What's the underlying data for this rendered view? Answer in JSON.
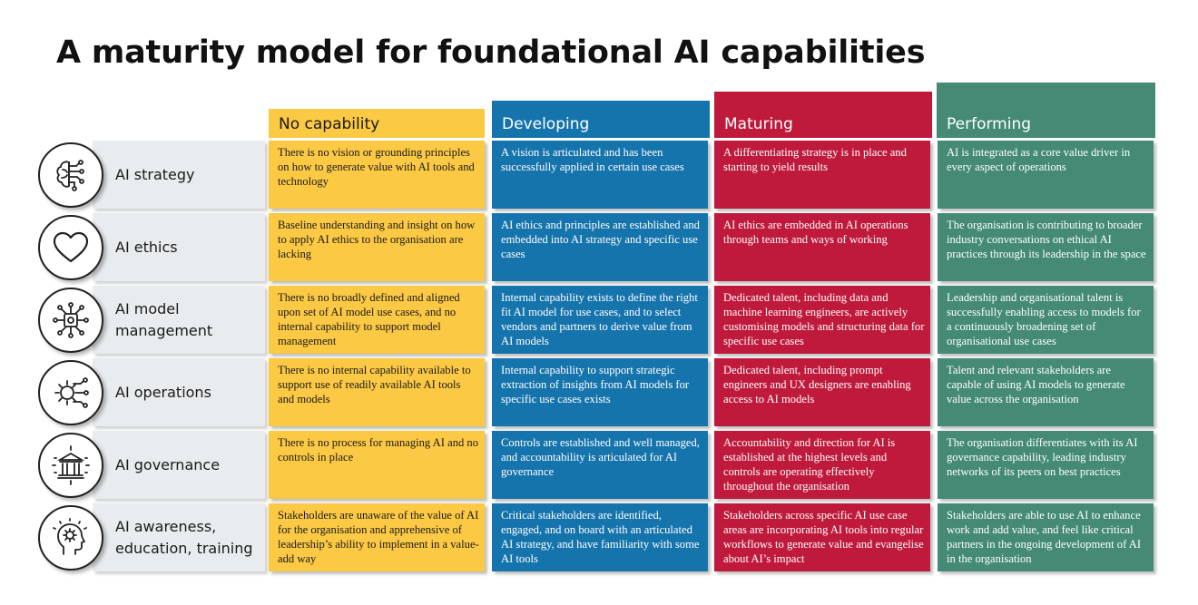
{
  "title": "A maturity model for foundational AI capabilities",
  "colors": {
    "yellow": "#fcc945",
    "blue": "#1674ad",
    "red": "#bf1a3b",
    "green": "#448a74",
    "label_bg": "#e8ecef"
  },
  "columns": [
    {
      "label": "No capability",
      "color": "yellow"
    },
    {
      "label": "Developing",
      "color": "blue"
    },
    {
      "label": "Maturing",
      "color": "red"
    },
    {
      "label": "Performing",
      "color": "green"
    }
  ],
  "rows": [
    {
      "label": "AI strategy",
      "icon": "brain-circuit-icon",
      "cells": [
        "There is no vision or grounding principles on how to generate value with AI tools and technology",
        "A vision is articulated and has been successfully applied in certain use cases",
        "A differentiating strategy is in place and starting to yield results",
        "AI is integrated as a core value driver in every aspect of operations"
      ]
    },
    {
      "label": "AI ethics",
      "icon": "heart-icon",
      "cells": [
        "Baseline understanding and insight on how to apply AI ethics to the organisation are lacking",
        "AI ethics and principles are established and embedded into AI strategy and specific use cases",
        "AI ethics are embedded in AI operations through teams and ways of working",
        "The organisation is contributing to broader industry conversations on ethical AI practices through its leadership in the space"
      ]
    },
    {
      "label": "AI model management",
      "icon": "network-model-icon",
      "cells": [
        "There is no broadly defined and aligned upon set of AI model use cases, and no internal capability to support model management",
        "Internal capability exists to define the right fit AI model for use cases, and to select vendors and partners to derive value from AI models",
        "Dedicated talent, including data and machine learning engineers, are actively customising models and structuring data for specific use cases",
        "Leadership and organisational talent is successfully enabling access to models for a continuously broadening set of organisational use cases"
      ]
    },
    {
      "label": "AI operations",
      "icon": "gear-circuit-icon",
      "cells": [
        "There is no internal capability available to support use of readily available AI tools and models",
        "Internal capability to support strategic extraction of insights from AI models for specific use cases exists",
        "Dedicated talent, including prompt engineers and UX designers are enabling access to AI models",
        "Talent and relevant stakeholders are capable of using AI models to generate value across the organisation"
      ]
    },
    {
      "label": "AI governance",
      "icon": "government-building-icon",
      "cells": [
        "There is no process for managing AI and no controls in place",
        "Controls are established and well managed, and accountability is articulated for AI governance",
        "Accountability and direction for AI is established at the highest levels and controls are operating effectively throughout the organisation",
        "The organisation differentiates with its AI governance capability, leading industry networks of its peers on best practices"
      ]
    },
    {
      "label": "AI awareness, education, training",
      "icon": "head-gear-icon",
      "cells": [
        "Stakeholders are unaware of the value of AI for the organisation and apprehensive of leadership’s ability to implement in a value-add way",
        "Critical stakeholders are identified, engaged, and on board with an articulated AI strategy, and have familiarity with some AI tools",
        "Stakeholders across specific AI use case areas are incorporating AI tools into regular workflows to generate value and evangelise about AI’s impact",
        "Stakeholders are able to use AI to enhance work and add value, and feel like critical partners in the ongoing development of AI in the organisation"
      ]
    }
  ]
}
